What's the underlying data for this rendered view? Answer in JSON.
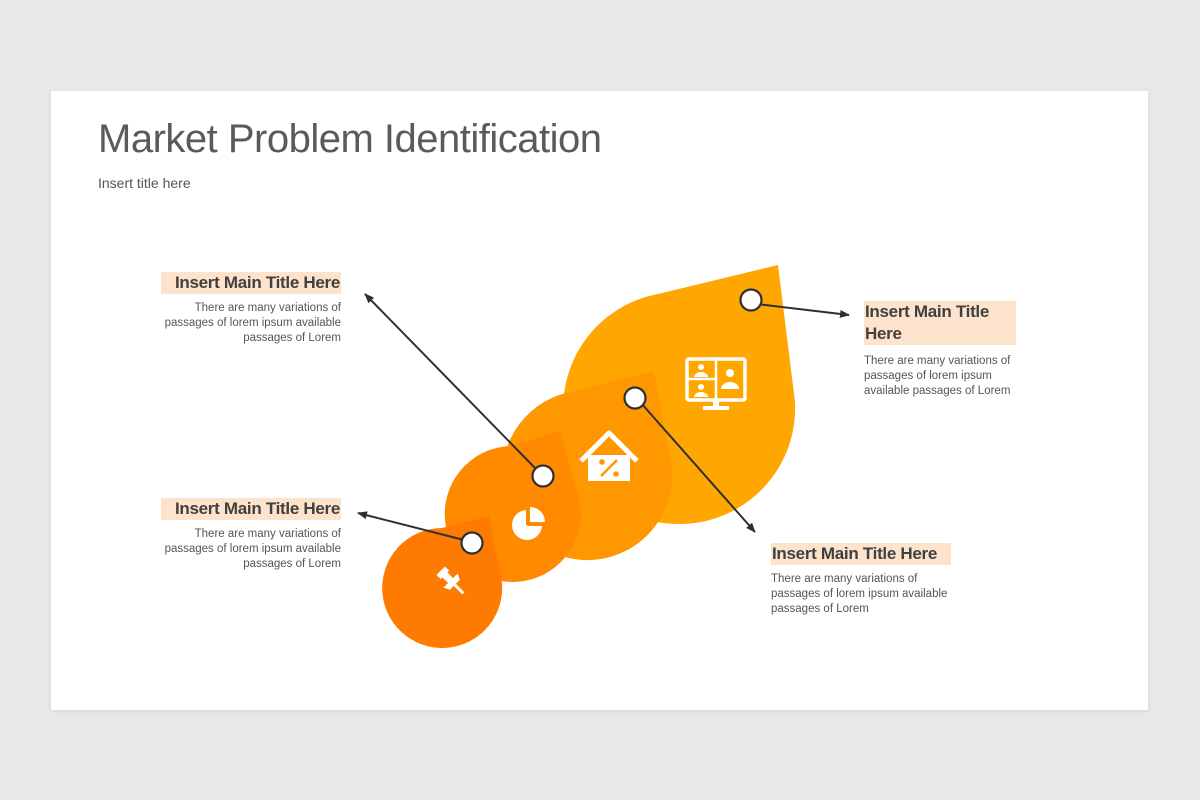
{
  "slide": {
    "title": "Market Problem Identification",
    "subtitle": "Insert title here"
  },
  "colors": {
    "background": "#e8e7e9",
    "title_highlight": "#fde3cc",
    "drop_1": "#ff7a00",
    "drop_2": "#ff8a00",
    "drop_3": "#ff9800",
    "drop_4": "#ffa700",
    "arrow": "#2f2f2f"
  },
  "diagram": {
    "drops": [
      {
        "icon": "pushpin-icon"
      },
      {
        "icon": "pie-chart-icon"
      },
      {
        "icon": "house-percent-icon"
      },
      {
        "icon": "video-conference-monitor-icon"
      }
    ]
  },
  "callouts": {
    "top_left": {
      "title": "Insert Main Title Here",
      "text_lines": [
        "There are many variations of",
        "passages of lorem ipsum available",
        "passages of Lorem"
      ]
    },
    "bottom_left": {
      "title": "Insert Main Title Here",
      "text_lines": [
        "There are many variations of",
        "passages of lorem ipsum available",
        "passages of Lorem"
      ]
    },
    "top_right": {
      "title_lines": [
        "Insert Main Title",
        "Here"
      ],
      "text_lines": [
        "There are many variations of",
        "passages of lorem ipsum",
        "available passages of Lorem"
      ]
    },
    "bottom_right": {
      "title": "Insert Main Title Here",
      "text_lines": [
        "There are many variations of",
        "passages of lorem ipsum available",
        "passages of Lorem"
      ]
    }
  }
}
